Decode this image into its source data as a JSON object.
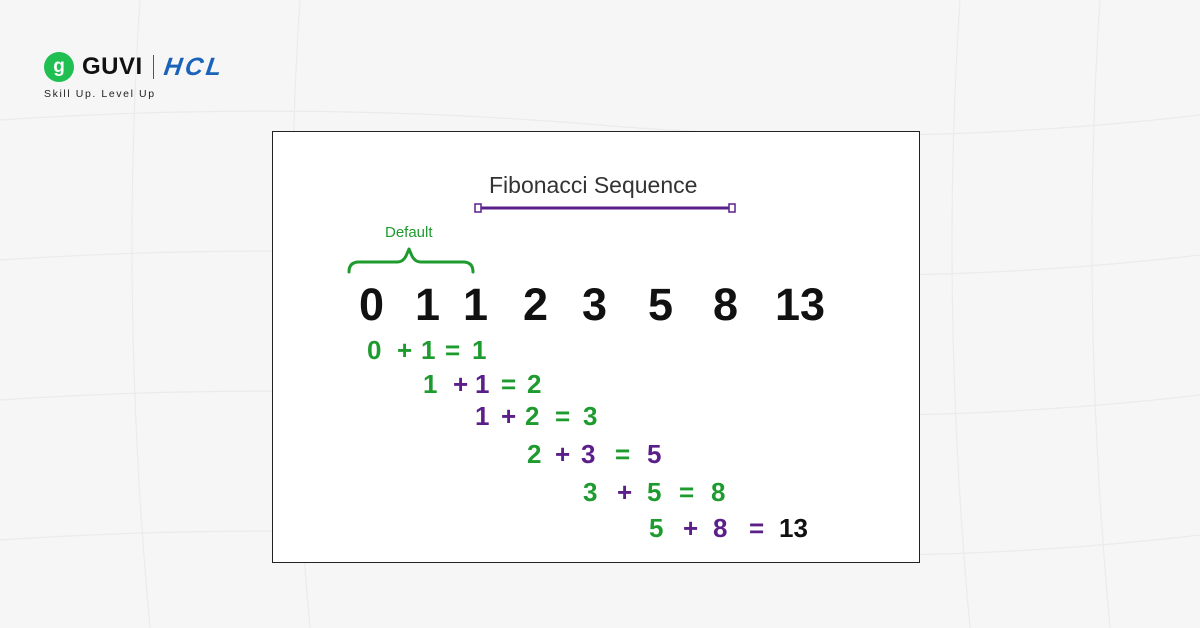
{
  "brand": {
    "logo_glyph": "g",
    "name": "GUVI",
    "partner": "HCL",
    "tagline": "Skill Up. Level Up",
    "colors": {
      "guvi_green": "#1fbf52",
      "hcl_blue": "#1a63b8"
    }
  },
  "diagram": {
    "title": "Fibonacci Sequence",
    "default_label": "Default",
    "sequence": [
      "0",
      "1",
      "1",
      "2",
      "3",
      "5",
      "8",
      "13"
    ],
    "equations": [
      {
        "a": "0",
        "op": "+",
        "b": "1",
        "eq": "=",
        "r": "1"
      },
      {
        "a": "1",
        "op": "+",
        "b": "1",
        "eq": "=",
        "r": "2"
      },
      {
        "a": "1",
        "op": "+",
        "b": "2",
        "eq": "=",
        "r": "3"
      },
      {
        "a": "2",
        "op": "+",
        "b": "3",
        "eq": "=",
        "r": "5"
      },
      {
        "a": "3",
        "op": "+",
        "b": "5",
        "eq": "=",
        "r": "8"
      },
      {
        "a": "5",
        "op": "+",
        "b": "8",
        "eq": "=",
        "r": "13"
      }
    ],
    "colors": {
      "green": "#1e9b2e",
      "purple": "#5b1f8a",
      "black": "#111111"
    }
  }
}
